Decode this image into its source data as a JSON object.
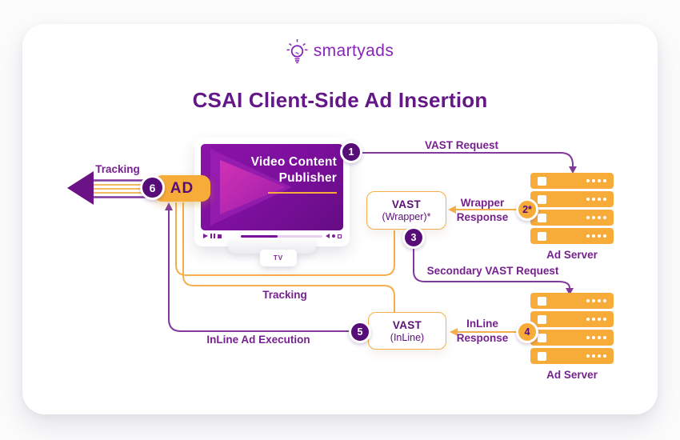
{
  "brand": {
    "name": "smartyads"
  },
  "title": "CSAI Client-Side Ad Insertion",
  "tv": {
    "screen_line1": "Video Content",
    "screen_line2": "Publisher",
    "device_label": "TV"
  },
  "ad_badge": {
    "label": "AD"
  },
  "steps": {
    "s1": "1",
    "s2": "2*",
    "s3": "3",
    "s4": "4",
    "s5": "5",
    "s6": "6"
  },
  "boxes": {
    "wrapper": {
      "title": "VAST",
      "subtitle": "(Wrapper)*"
    },
    "inline": {
      "title": "VAST",
      "subtitle": "(InLine)"
    }
  },
  "servers": {
    "top": {
      "label": "Ad Server"
    },
    "bottom": {
      "label": "Ad Server"
    }
  },
  "labels": {
    "tracking_left": "Tracking",
    "vast_request": "VAST Request",
    "wrapper_response_line1": "Wrapper",
    "wrapper_response_line2": "Response",
    "secondary_vast_request": "Secondary VAST Request",
    "inline_response_line1": "InLine",
    "inline_response_line2": "Response",
    "tracking_bottom": "Tracking",
    "inline_ad_execution": "InLine Ad Execution"
  },
  "colors": {
    "purple_dark": "#570D78",
    "purple_title": "#641887",
    "purple_label": "#76218F",
    "purple_line": "#82399B",
    "orange": "#F7AC3A",
    "screen_gradient_top": "#8C13A9",
    "screen_gradient_bottom": "#650C83",
    "logo_purple": "#8826B8"
  },
  "icons": {
    "lightbulb": "lightbulb-icon",
    "big_play": "play-icon",
    "tracking_arrow": "left-arrow-icon",
    "controls": [
      "play-icon",
      "pause-icon",
      "stop-icon",
      "volume-icon",
      "settings-icon",
      "fullscreen-icon"
    ]
  }
}
